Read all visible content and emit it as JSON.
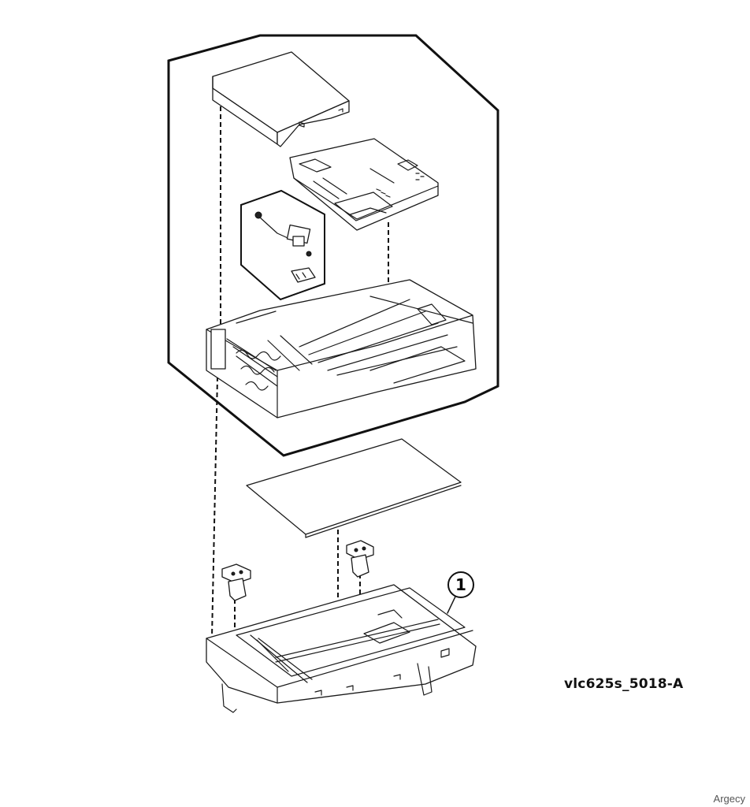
{
  "figure": {
    "figure_id": "vlc625s_5018-A",
    "watermark": "Argecy"
  },
  "callouts": [
    {
      "number": "1",
      "target": "scanner-base"
    }
  ],
  "parts": [
    "adf-top-cover-icon",
    "adf-input-tray-icon",
    "pick-roller-kit-icon",
    "adf-assembly-icon",
    "scanner-glass-icon",
    "scanner-hinge-left-icon",
    "scanner-hinge-right-icon",
    "scanner-base-icon"
  ]
}
